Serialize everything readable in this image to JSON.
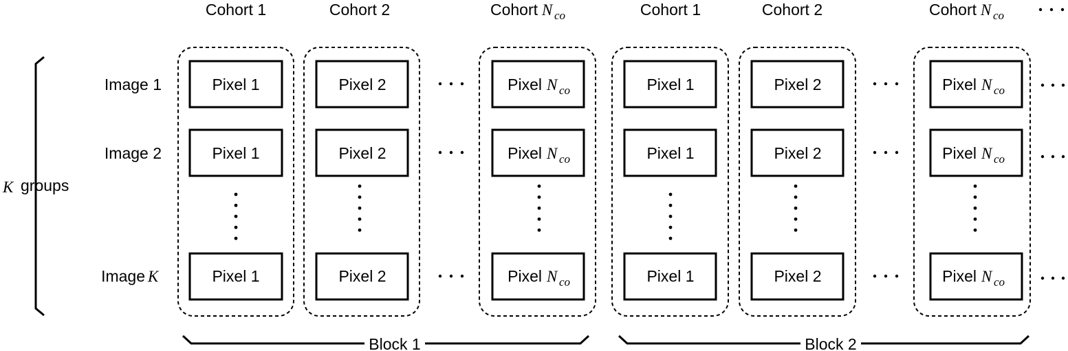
{
  "cohort_headers": [
    "Cohort 1",
    "Cohort 2",
    "Cohort",
    "Cohort 1",
    "Cohort 2",
    "Cohort"
  ],
  "n_co": {
    "base": "N",
    "sub": "co"
  },
  "row_labels": [
    "Image 1",
    "Image 2",
    "Image"
  ],
  "k_symbol": "K",
  "groups_label": "groups",
  "pixel_labels": [
    "Pixel 1",
    "Pixel 2",
    "Pixel"
  ],
  "blocks": [
    "Block 1",
    "Block 2"
  ]
}
